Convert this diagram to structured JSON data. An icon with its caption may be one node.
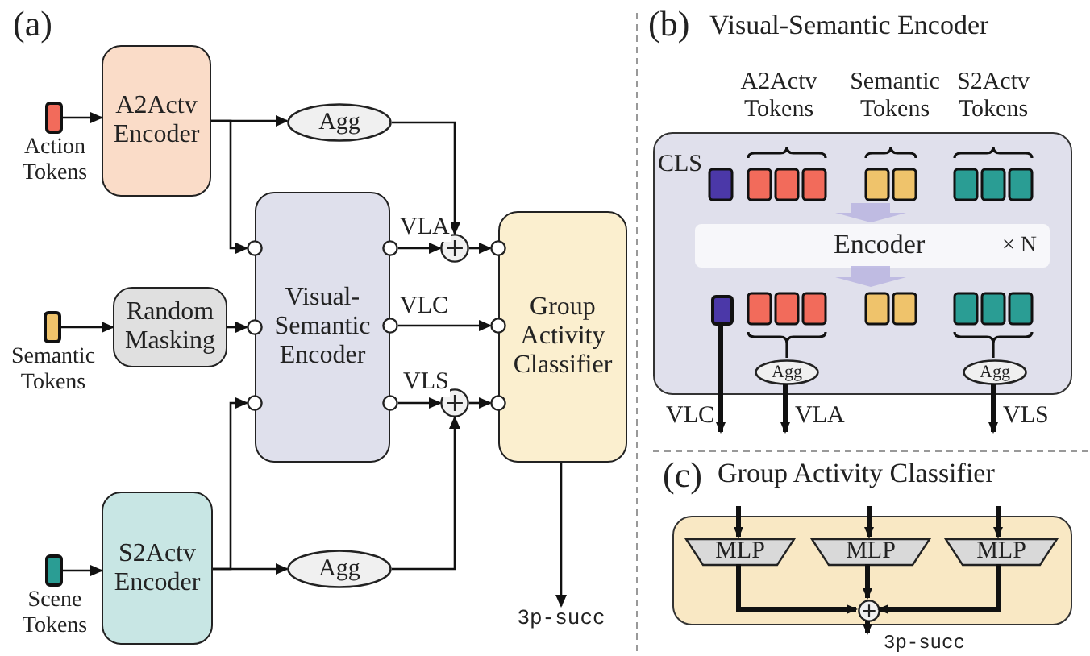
{
  "diagram": {
    "nodes": [
      {
        "text": [],
        "shape": "box",
        "beside": [
          "Action Tokens"
        ]
      },
      {
        "text": [
          "A2Actv Encoder"
        ]
      },
      {
        "text": [
          "Agg"
        ]
      },
      {
        "text": [
          "Visual-Semantic Encoder"
        ]
      },
      {
        "text": [],
        "shape": "box",
        "beside": [
          "Semantic Tokens"
        ]
      },
      {
        "text": [
          "Random Masking"
        ]
      },
      {
        "text": [
          "Group Activity Classifier"
        ]
      },
      {
        "text": [],
        "shape": "circle"
      },
      {
        "text": [],
        "shape": "circle"
      },
      {
        "text": [],
        "shape": "box",
        "beside": [
          "Scene Tokens"
        ]
      },
      {
        "text": [
          "S2Actv Encoder"
        ]
      },
      {
        "text": [
          "Agg"
        ]
      },
      {
        "text": [
          "3p-succ"
        ]
      },
      {
        "text": [],
        "shape": "box"
      },
      {
        "text": [
          "Encoder",
          "× N"
        ],
        "in": 13
      },
      {
        "text": [
          "Agg"
        ],
        "in": 13
      },
      {
        "text": [
          "Agg"
        ],
        "in": 13
      },
      {
        "text": [],
        "shape": "box",
        "in": 13
      },
      {
        "text": [],
        "shape": "box"
      },
      {
        "text": [
          "MLP"
        ],
        "in": 18
      },
      {
        "text": [
          "MLP"
        ],
        "in": 18
      },
      {
        "text": [
          "MLP"
        ],
        "in": 18
      },
      {
        "text": [],
        "shape": "circle",
        "in": 18
      },
      {
        "text": [
          "3p-succ"
        ]
      }
    ],
    "edges": [
      {
        "from": 0,
        "to": 1,
        "arrow": "to"
      },
      {
        "from": 1,
        "to": 2,
        "arrow": "to"
      },
      {
        "from": 1,
        "to": 3,
        "arrow": "to"
      },
      {
        "from": 2,
        "to": 7,
        "arrow": "to"
      },
      {
        "from": 3,
        "to": 7,
        "arrow": "to",
        "label": "VLA"
      },
      {
        "from": 7,
        "to": 6,
        "arrow": "to"
      },
      {
        "from": 4,
        "to": 5,
        "arrow": "to"
      },
      {
        "from": 5,
        "to": 3,
        "arrow": "to"
      },
      {
        "from": 3,
        "to": 6,
        "arrow": "to",
        "label": "VLC"
      },
      {
        "from": 3,
        "to": 8,
        "arrow": "to",
        "label": "VLS"
      },
      {
        "from": 8,
        "to": 6,
        "arrow": "to"
      },
      {
        "from": 9,
        "to": 10,
        "arrow": "to"
      },
      {
        "from": 10,
        "to": 3,
        "arrow": "to"
      },
      {
        "from": 10,
        "to": 11,
        "arrow": "to"
      },
      {
        "from": 11,
        "to": 8,
        "arrow": "to"
      },
      {
        "from": 6,
        "to": 12,
        "arrow": "to"
      },
      {
        "from": 17,
        "to": null,
        "arrow": "to",
        "label": "VLC",
        "style": "thick"
      },
      {
        "from": 15,
        "to": null,
        "arrow": "to",
        "label": "VLA",
        "style": "thick"
      },
      {
        "from": 16,
        "to": null,
        "arrow": "to",
        "label": "VLS",
        "style": "thick"
      },
      {
        "from": null,
        "to": 19,
        "arrow": "to",
        "style": "thick"
      },
      {
        "from": null,
        "to": 20,
        "arrow": "to",
        "style": "thick"
      },
      {
        "from": null,
        "to": 21,
        "arrow": "to",
        "style": "thick"
      },
      {
        "from": 19,
        "to": 22,
        "arrow": "to",
        "style": "thick"
      },
      {
        "from": 20,
        "to": 22,
        "arrow": "to",
        "style": "thick"
      },
      {
        "from": 21,
        "to": 22,
        "arrow": "to",
        "style": "thick"
      },
      {
        "from": 22,
        "to": 23,
        "arrow": "to",
        "style": "thick"
      }
    ],
    "labels": [
      "(a)",
      "(b)",
      "Visual-Semantic Encoder",
      "A2Actv Tokens",
      "Semantic Tokens",
      "S2Actv Tokens",
      "CLS",
      "(c)",
      "Group Activity Classifier"
    ]
  }
}
